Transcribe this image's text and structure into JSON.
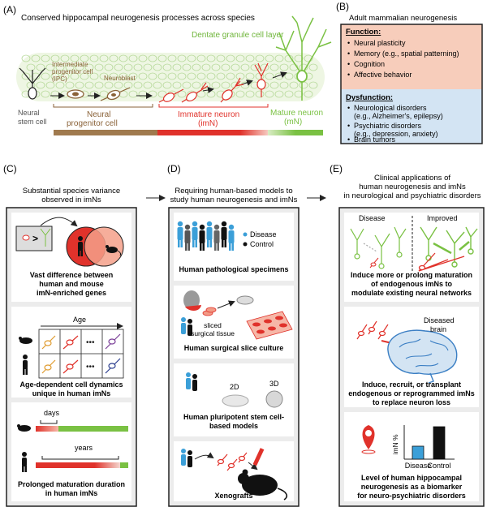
{
  "panelA": {
    "letter": "(A)",
    "title": "Conserved hippocampal neurogenesis processes across species",
    "layer_label": "Dentate granule cell layer",
    "ipc_label": [
      "Intermediate",
      "progenitor cell",
      "(IPC)"
    ],
    "neuroblast_label": "Neuroblast",
    "nsc_label": [
      "Neural",
      "stem cell"
    ],
    "npc_label": [
      "Neural",
      "progenitor cell"
    ],
    "imn_label": [
      "Immature neuron",
      "(imN)"
    ],
    "mn_label": [
      "Mature neuron",
      "(mN)"
    ]
  },
  "panelB": {
    "letter": "(B)",
    "title": "Adult mammalian neurogenesis",
    "function_heading": "Function:",
    "function_items": [
      "Neural plasticity",
      "Memory (e.g., spatial patterning)",
      "Cognition",
      "Affective behavior"
    ],
    "dysfunction_heading": "Dysfunction:",
    "dysfunction_items": [
      [
        "Neurological disorders",
        "(e.g., Alzheimer's, epilepsy)"
      ],
      [
        "Psychiatric disorders",
        "(e.g., depression, anxiety)"
      ],
      [
        "Brain tumors"
      ]
    ]
  },
  "panelC": {
    "letter": "(C)",
    "header": [
      "Substantial species variance",
      "observed in imNs"
    ],
    "box1_caption": [
      "Vast difference between",
      "human and mouse",
      "imN-enriched genes"
    ],
    "age_label": "Age",
    "box2_caption": [
      "Age-dependent cell dynamics",
      "unique in human imNs"
    ],
    "days_label": "days",
    "years_label": "years",
    "box3_caption": [
      "Prolonged maturation duration",
      "in human imNs"
    ]
  },
  "panelD": {
    "letter": "(D)",
    "header": [
      "Requiring human-based models to",
      "study human neurogenesis and imNs"
    ],
    "legend_disease": "Disease",
    "legend_control": "Control",
    "box1_caption": "Human pathological specimens",
    "sliced_label": [
      "sliced",
      "surgical tissue"
    ],
    "box2_caption": "Human surgical slice culture",
    "label_2d": "2D",
    "label_3d": "3D",
    "box3_caption": [
      "Human pluripotent stem cell-",
      "based models"
    ],
    "box4_caption": "Xenografts"
  },
  "panelE": {
    "letter": "(E)",
    "header": [
      "Clinical applications of",
      "human neurogenesis and imNs",
      "in neurological and psychiatric disorders"
    ],
    "disease_label": "Disease",
    "improved_label": "Improved",
    "box1_caption": [
      "Induce more or prolong maturation",
      "of endogenous imNs to",
      "modulate existing neural networks"
    ],
    "diseased_brain_label": [
      "Diseased",
      "brain"
    ],
    "box2_caption": [
      "Induce, recruit, or transplant",
      "endogenous or reprogrammed imNs",
      "to replace neuron loss"
    ],
    "yaxis_label": "imN %",
    "bar_categories": [
      "Disease",
      "Control"
    ],
    "box3_caption": [
      "Level of human hippocampal",
      "neurogenesis as a biomarker",
      "for neuro-psychiatric disorders"
    ]
  },
  "chart_data": {
    "type": "bar",
    "categories": [
      "Disease",
      "Control"
    ],
    "values": [
      0.4,
      1.0
    ],
    "ylabel": "imN %",
    "colors": [
      "#3b9fd8",
      "#111111"
    ]
  },
  "colors": {
    "function_bg": "#f7cdbb",
    "dysfunction_bg": "#d3e4f3",
    "neuron_red": "#e0322b",
    "mature_green": "#7ac143",
    "progenitor_brown": "#a07a4e",
    "layer_green": "#8dc63f"
  }
}
